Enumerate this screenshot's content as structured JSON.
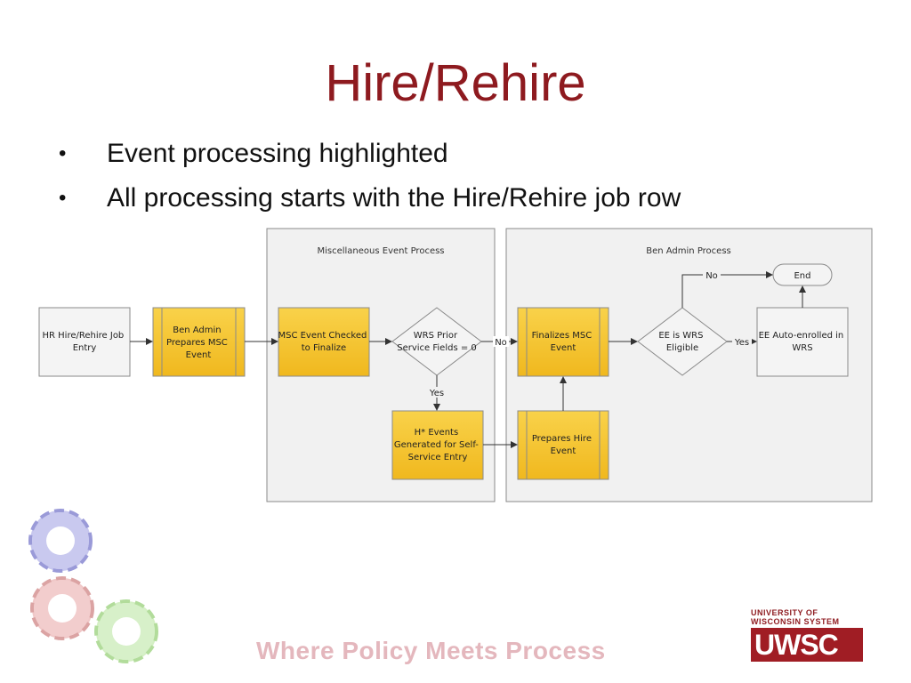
{
  "slide": {
    "title": "Hire/Rehire",
    "bullets": [
      "Event processing highlighted",
      "All processing starts with the Hire/Rehire job row"
    ],
    "tagline": "Where Policy Meets Process",
    "logo": {
      "top_lines": [
        "UNIVERSITY OF",
        "WISCONSIN SYSTEM"
      ],
      "mark": "UWSC"
    }
  },
  "diagram": {
    "lanes": {
      "misc": "Miscellaneous Event Process",
      "ben": "Ben Admin Process"
    },
    "nodes": {
      "hr_entry": [
        "HR Hire/Rehire Job",
        "Entry"
      ],
      "ben_prepares": [
        "Ben Admin",
        "Prepares MSC",
        "Event"
      ],
      "msc_checked": [
        "MSC Event Checked",
        "to Finalize"
      ],
      "wrs_prior": [
        "WRS Prior",
        "Service Fields = 0"
      ],
      "h_events": [
        "H* Events",
        "Generated for Self-",
        "Service Entry"
      ],
      "finalizes_msc": [
        "Finalizes MSC",
        "Event"
      ],
      "prepares_hire": [
        "Prepares Hire",
        "Event"
      ],
      "ee_wrs": [
        "EE is WRS",
        "Eligible"
      ],
      "auto_enrolled": [
        "EE Auto-enrolled in",
        "WRS"
      ],
      "end": [
        "End"
      ]
    },
    "edge_labels": {
      "no1": "No",
      "yes1": "Yes",
      "yes2": "Yes",
      "no2": "No"
    },
    "colors": {
      "highlight": "#f7c52c",
      "plain": "#f4f4f4",
      "lane_bg": "#f1f1f1",
      "border": "#8a8a8a"
    }
  }
}
